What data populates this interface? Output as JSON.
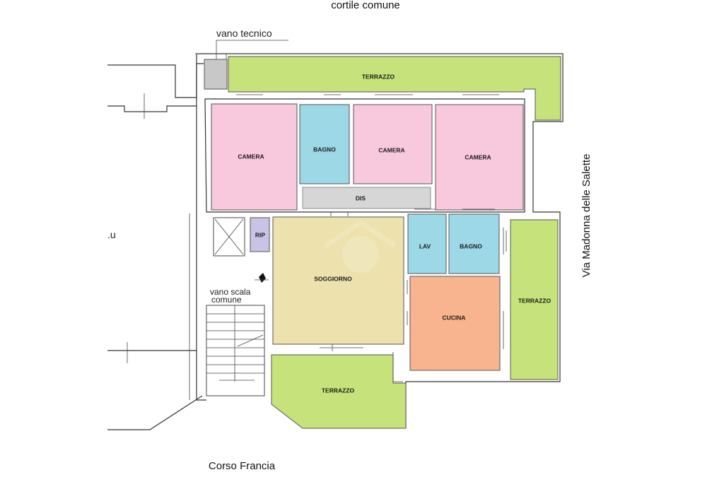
{
  "streets": {
    "top": "cortile comune",
    "bottom": "Corso Francia",
    "right": "Via Madonna delle Salette"
  },
  "notes": {
    "vano_tecnico": "vano tecnico",
    "vano_scala_line1": "vano scala",
    "vano_scala_line2": "comune",
    "u_mark": ".u"
  },
  "rooms": {
    "terrazzo_top": "TERRAZZO",
    "camera_1": "CAMERA",
    "bagno_1": "BAGNO",
    "camera_2": "CAMERA",
    "camera_3": "CAMERA",
    "dis": "DIS",
    "rip": "RIP",
    "soggiorno": "SOGGIORNO",
    "lav": "LAV",
    "bagno_2": "BAGNO",
    "cucina": "CUCINA",
    "terrazzo_right": "TERRAZZO",
    "terrazzo_bottom": "TERRAZZO"
  },
  "colors": {
    "terrazzo": "#c5e37a",
    "camera": "#f8c8dc",
    "bagno": "#9dd8e6",
    "dis": "#d6d6d6",
    "rip": "#c9c4e6",
    "soggiorno": "#ede1ae",
    "cucina": "#f8b48f",
    "tecnico": "#c8c8c8"
  }
}
